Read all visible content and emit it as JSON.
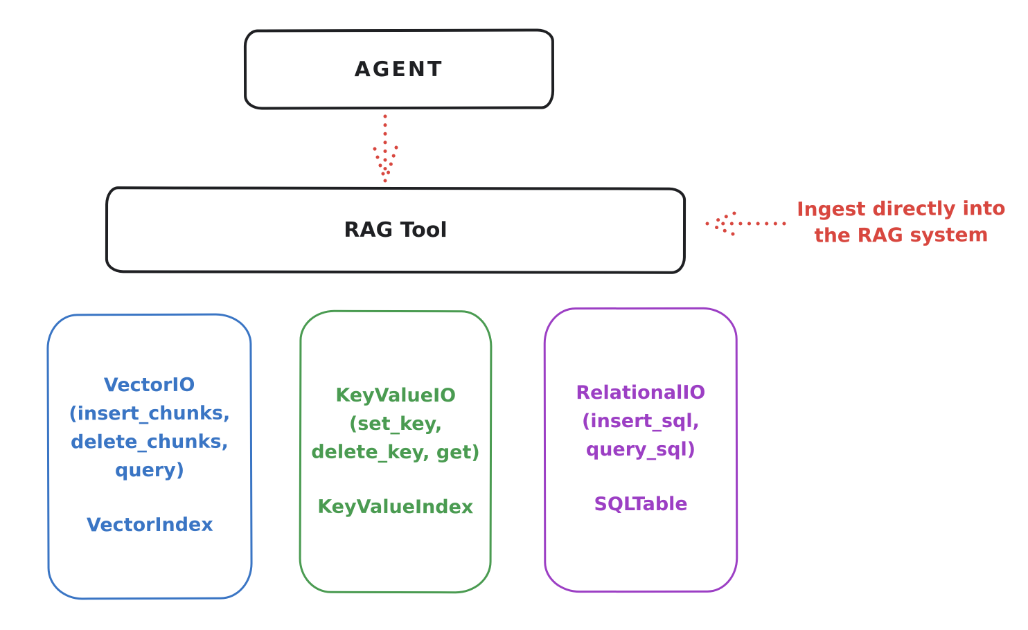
{
  "agent": {
    "label": "AGENT"
  },
  "rag_tool": {
    "label": "RAG Tool"
  },
  "annotation": {
    "line1": "Ingest directly into",
    "line2": "the RAG system"
  },
  "backends": [
    {
      "name": "vector-io",
      "lines": [
        "VectorIO",
        "(insert_chunks,",
        "delete_chunks,",
        "query)"
      ],
      "index_label": "VectorIndex"
    },
    {
      "name": "keyvalue-io",
      "lines": [
        "KeyValueIO",
        "(set_key,",
        "delete_key, get)"
      ],
      "index_label": "KeyValueIndex"
    },
    {
      "name": "relational-io",
      "lines": [
        "RelationalIO",
        "(insert_sql,",
        "query_sql)"
      ],
      "index_label": "SQLTable"
    }
  ],
  "colors": {
    "ink": "#1f2023",
    "red": "#d8473f",
    "blue": "#3a75c4",
    "green": "#4a9b51",
    "purple": "#9c3fc4",
    "background": "#ffffff"
  }
}
